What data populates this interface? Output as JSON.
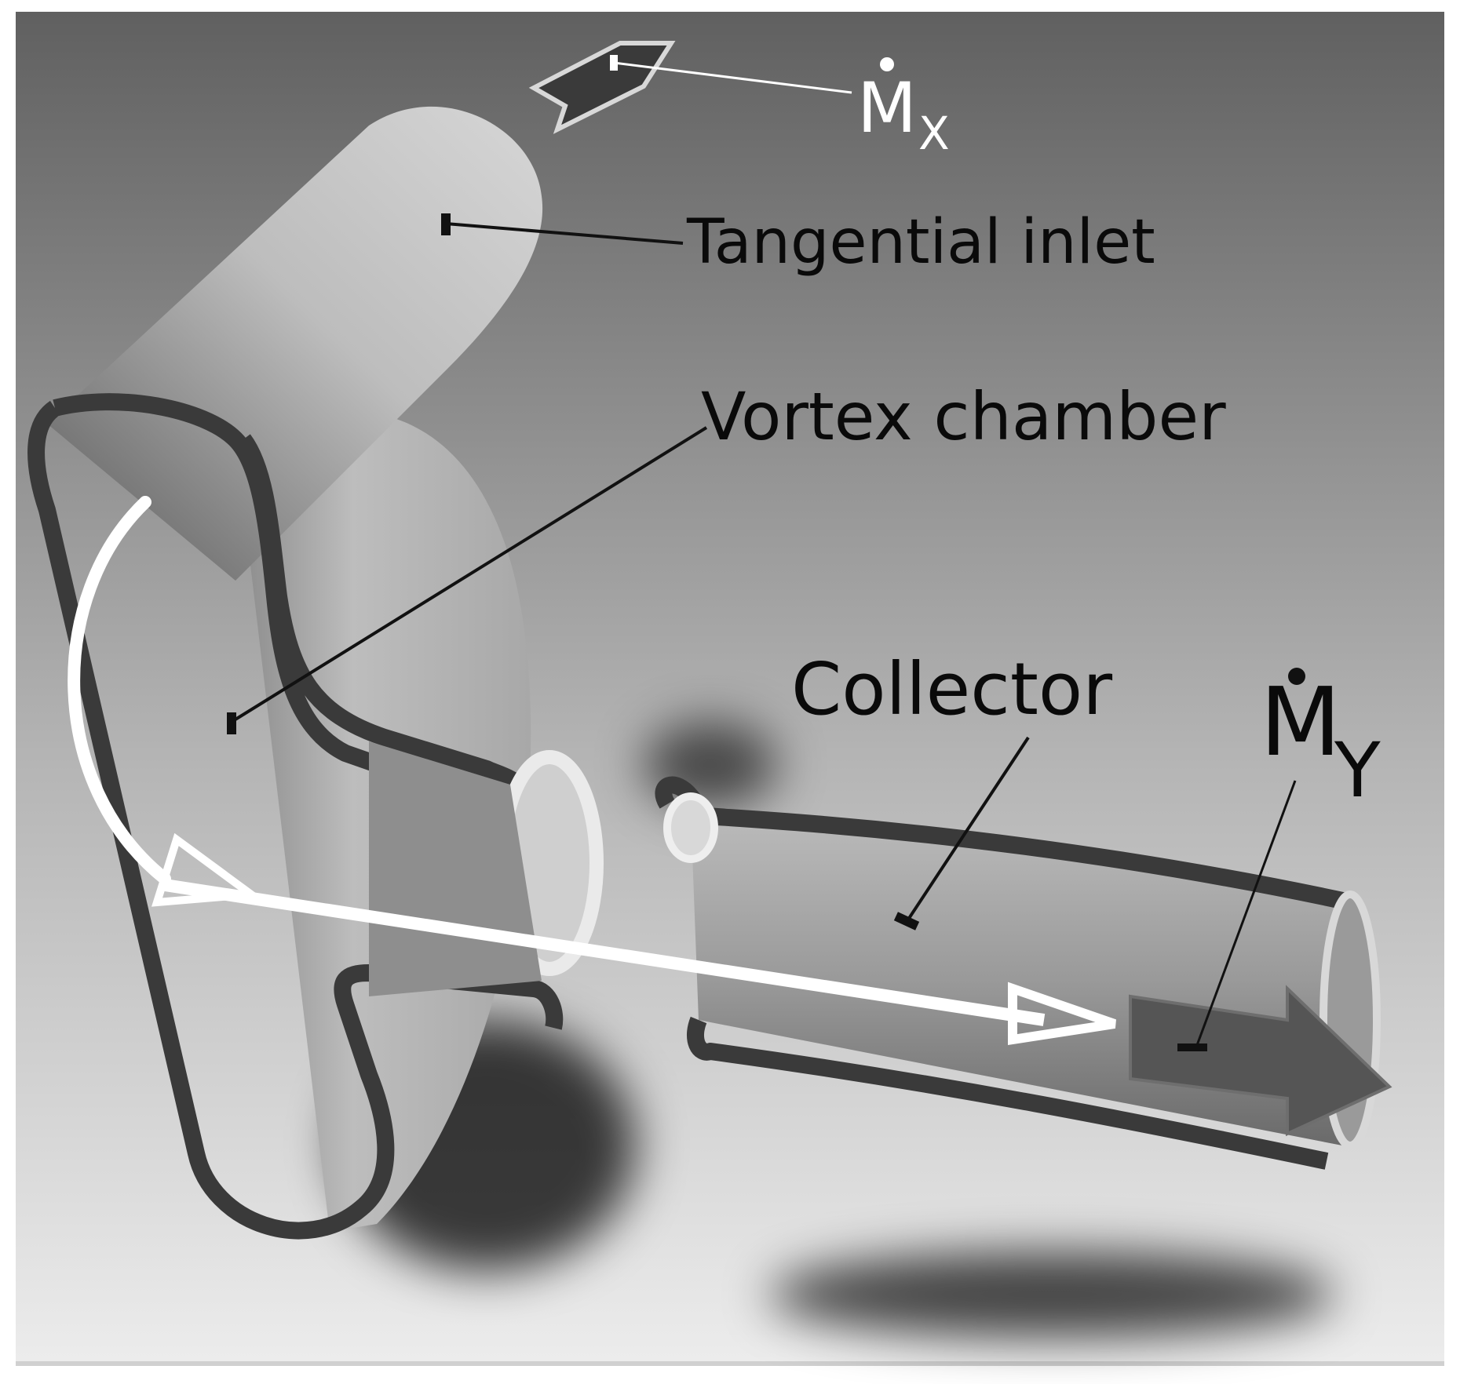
{
  "labels": {
    "tangential_inlet": "Tangential inlet",
    "vortex_chamber": "Vortex chamber",
    "collector": "Collector",
    "mx_symbol": "M",
    "mx_subscript": "X",
    "my_symbol": "M",
    "my_subscript": "Y"
  },
  "colors": {
    "wall": "#3c3c3c",
    "flow_arrow": "#ffffff",
    "outlet_arrow": "#555555",
    "background_top": "#606060",
    "background_bottom": "#eeeeee"
  }
}
